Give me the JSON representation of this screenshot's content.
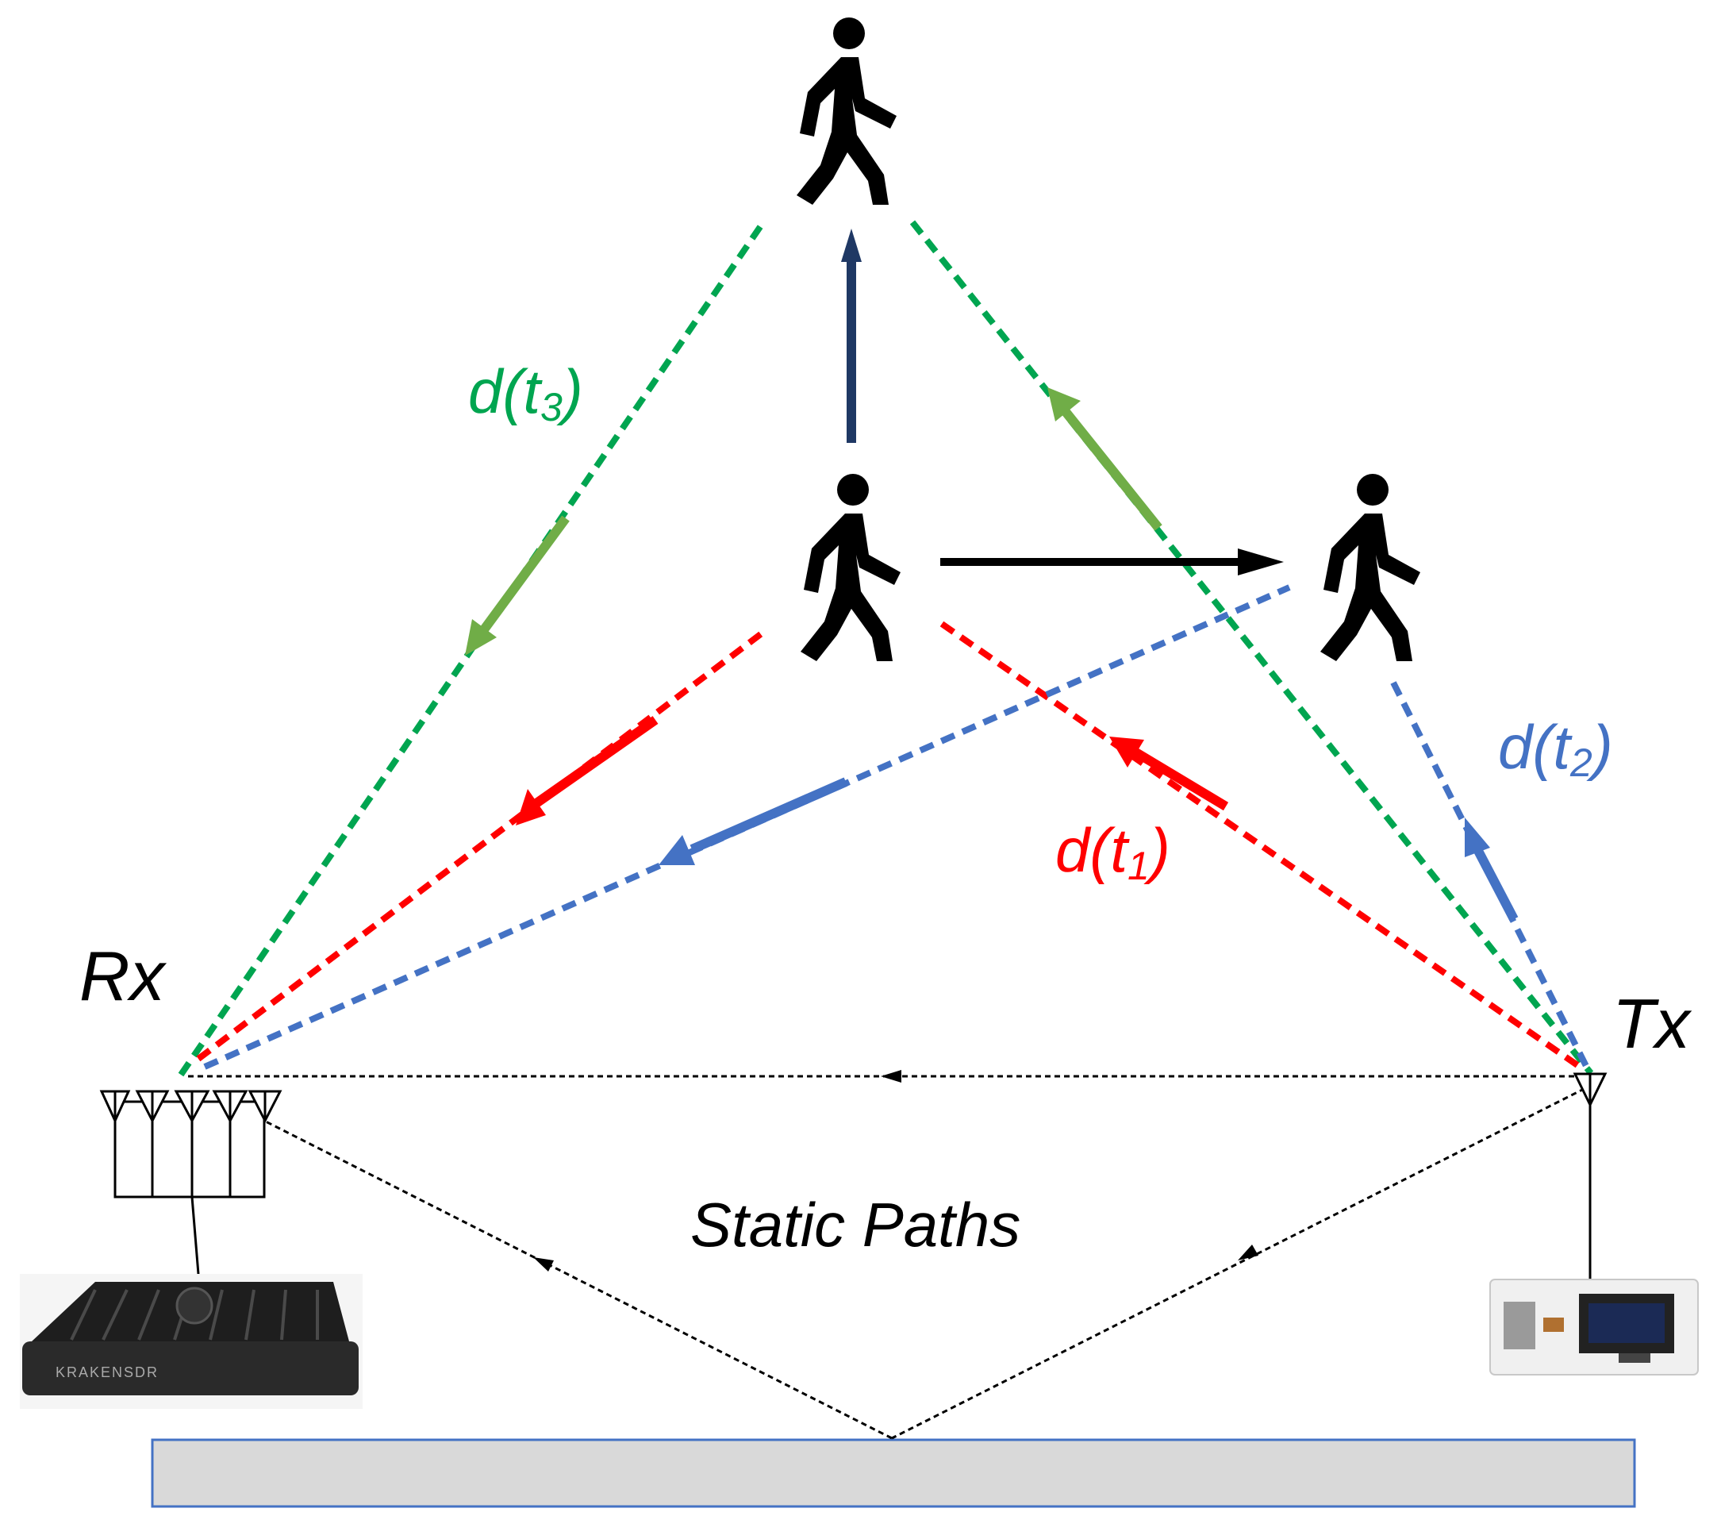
{
  "labels": {
    "rx": "Rx",
    "tx": "Tx",
    "static_paths": "Static Paths",
    "d_t1": {
      "main": "d(t",
      "sub": "1",
      "close": ")"
    },
    "d_t2": {
      "main": "d(t",
      "sub": "2",
      "close": ")"
    },
    "d_t3": {
      "main": "d(t",
      "sub": "3",
      "close": ")"
    }
  },
  "device_logos": {
    "receiver_logo": "KRAKENSDR"
  },
  "colors": {
    "path_t1": "#ff0000",
    "path_t2": "#4472c4",
    "path_t3": "#00a550",
    "arrow_t3": "#70ad47",
    "motion_up": "#1f3864",
    "motion_right": "#000000",
    "static_path": "#000000",
    "floor_fill": "#d9d9d9",
    "floor_border": "#4472c4"
  },
  "icons": [
    "person-walking-icon",
    "antenna-array-icon",
    "antenna-icon",
    "sdr-receiver-device",
    "lora-transmitter-board"
  ]
}
